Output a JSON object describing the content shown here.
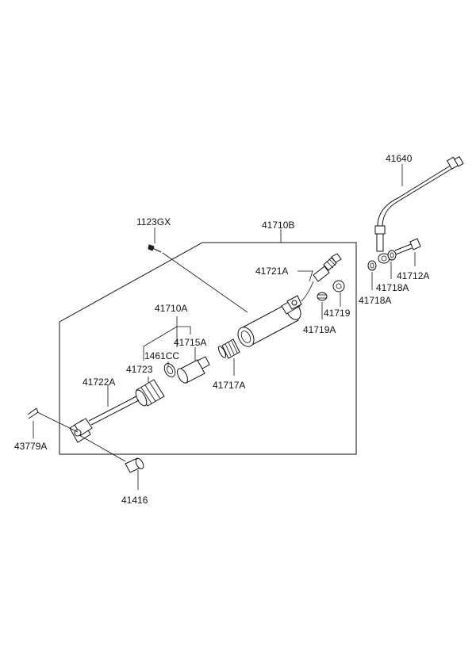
{
  "parts": {
    "p41640": "41640",
    "p41710B": "41710B",
    "p1123GX": "1123GX",
    "p41721A": "41721A",
    "p41712A": "41712A",
    "p41718A_upper": "41718A",
    "p41718A_lower": "41718A",
    "p41719": "41719",
    "p41719A": "41719A",
    "p41710A": "41710A",
    "p41715A": "41715A",
    "p1461CC": "1461CC",
    "p41723": "41723",
    "p41722A": "41722A",
    "p41717A": "41717A",
    "p43779A": "43779A",
    "p41416": "41416"
  }
}
